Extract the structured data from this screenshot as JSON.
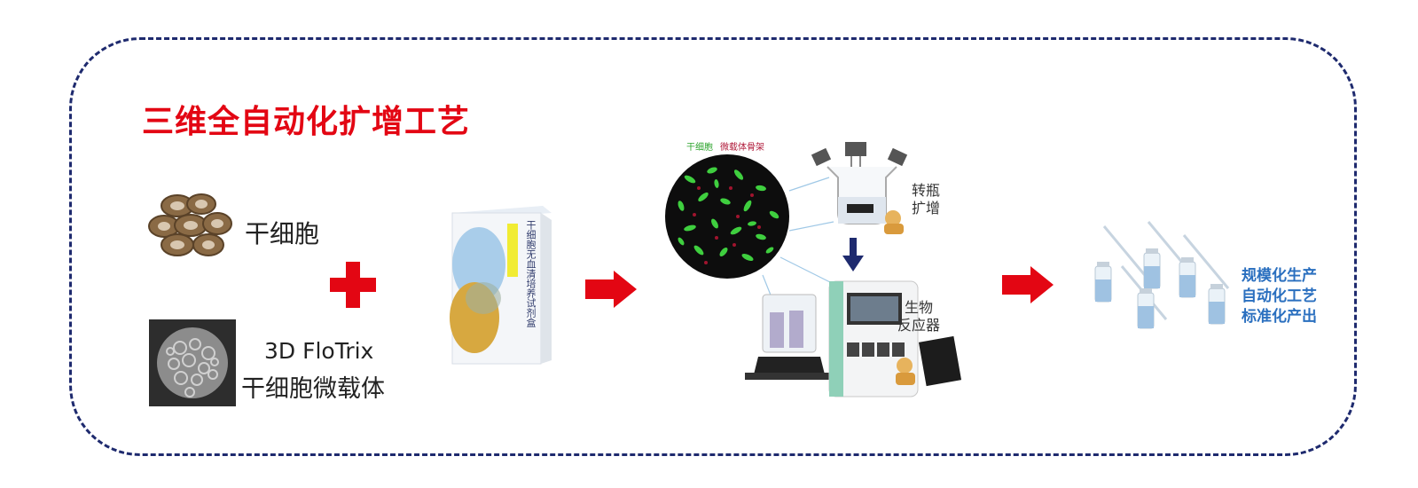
{
  "title": "三维全自动化扩增工艺",
  "stem_cell_label": "干细胞",
  "microcarrier": {
    "line1": "3D FloTrix",
    "line2": "干细胞微载体"
  },
  "kit_box": {
    "band_text": "",
    "side_text": "干细胞无血清培养试剂盒",
    "brand": ""
  },
  "microscopy_legend": {
    "green": "干细胞",
    "red": "微载体骨架"
  },
  "spinner_label": [
    "转瓶",
    "扩增"
  ],
  "bioreactor_label": [
    "生物",
    "反应器"
  ],
  "outcome_lines": [
    "规模化生产",
    "自动化工艺",
    "标准化产出"
  ],
  "colors": {
    "title_red": "#e30613",
    "arrow_red": "#e30613",
    "frame_navy": "#1e2a6e",
    "outcome_blue": "#2a6fbf",
    "cell_green": "#3fcf3f",
    "down_arrow_navy": "#1e2a6e"
  }
}
